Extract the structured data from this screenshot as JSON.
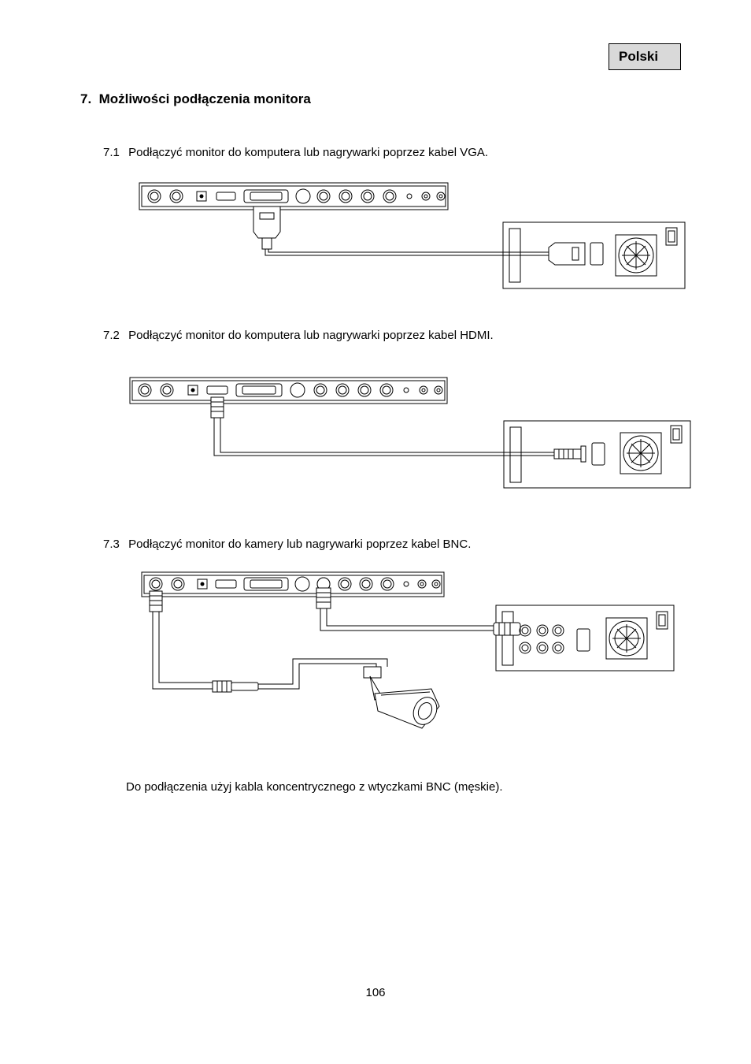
{
  "header": {
    "language": "Polski"
  },
  "section": {
    "number": "7.",
    "title": "Możliwości podłączenia monitora"
  },
  "steps": [
    {
      "number": "7.1",
      "text": "Podłączyć monitor do komputera lub nagrywarki poprzez kabel VGA."
    },
    {
      "number": "7.2",
      "text": "Podłączyć monitor do komputera lub nagrywarki poprzez kabel HDMI."
    },
    {
      "number": "7.3",
      "text": "Podłączyć monitor do kamery lub nagrywarki poprzez kabel BNC."
    }
  ],
  "note": "Do podłączenia użyj kabla koncentrycznego z wtyczkami BNC (męskie).",
  "footer": {
    "page_number": "106"
  }
}
